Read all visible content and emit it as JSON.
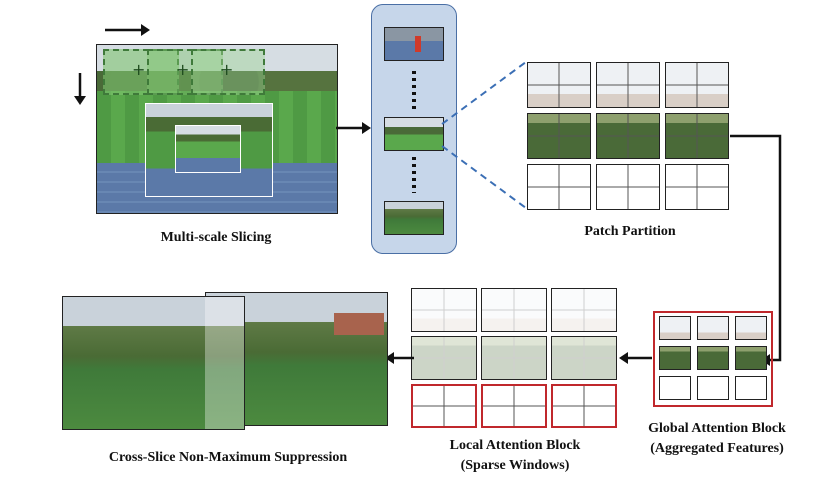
{
  "labels": {
    "multi_scale": "Multi-scale Slicing",
    "patch_partition": "Patch Partition",
    "global_line1": "Global Attention Block",
    "global_line2": "(Aggregated Features)",
    "local_line1": "Local Attention Block",
    "local_line2": "(Sparse Windows)",
    "nms": "Cross-Slice Non-Maximum Suppression"
  },
  "colors": {
    "highlight_red": "#c0282c",
    "slice_panel_bg": "#c6d6ea",
    "slice_panel_border": "#4a6fa5",
    "window_green": "#7fc46f",
    "dashed_link": "#3b6fb5"
  },
  "icons": {
    "slide_right": "arrow-right-icon",
    "slide_down": "arrow-down-icon"
  }
}
